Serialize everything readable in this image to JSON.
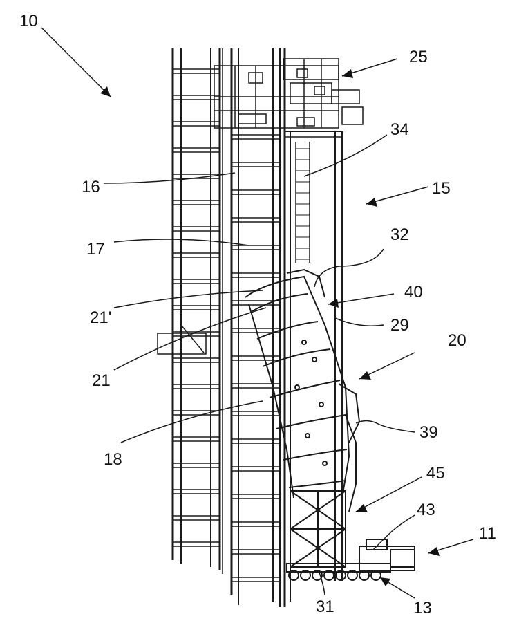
{
  "figure": {
    "reference_numerals": {
      "n10": "10",
      "n25": "25",
      "n34": "34",
      "n16": "16",
      "n15": "15",
      "n17": "17",
      "n32": "32",
      "n21p": "21'",
      "n40": "40",
      "n29": "29",
      "n20": "20",
      "n21": "21",
      "n39": "39",
      "n18": "18",
      "n45": "45",
      "n43": "43",
      "n11": "11",
      "n31": "31",
      "n13": "13"
    }
  }
}
